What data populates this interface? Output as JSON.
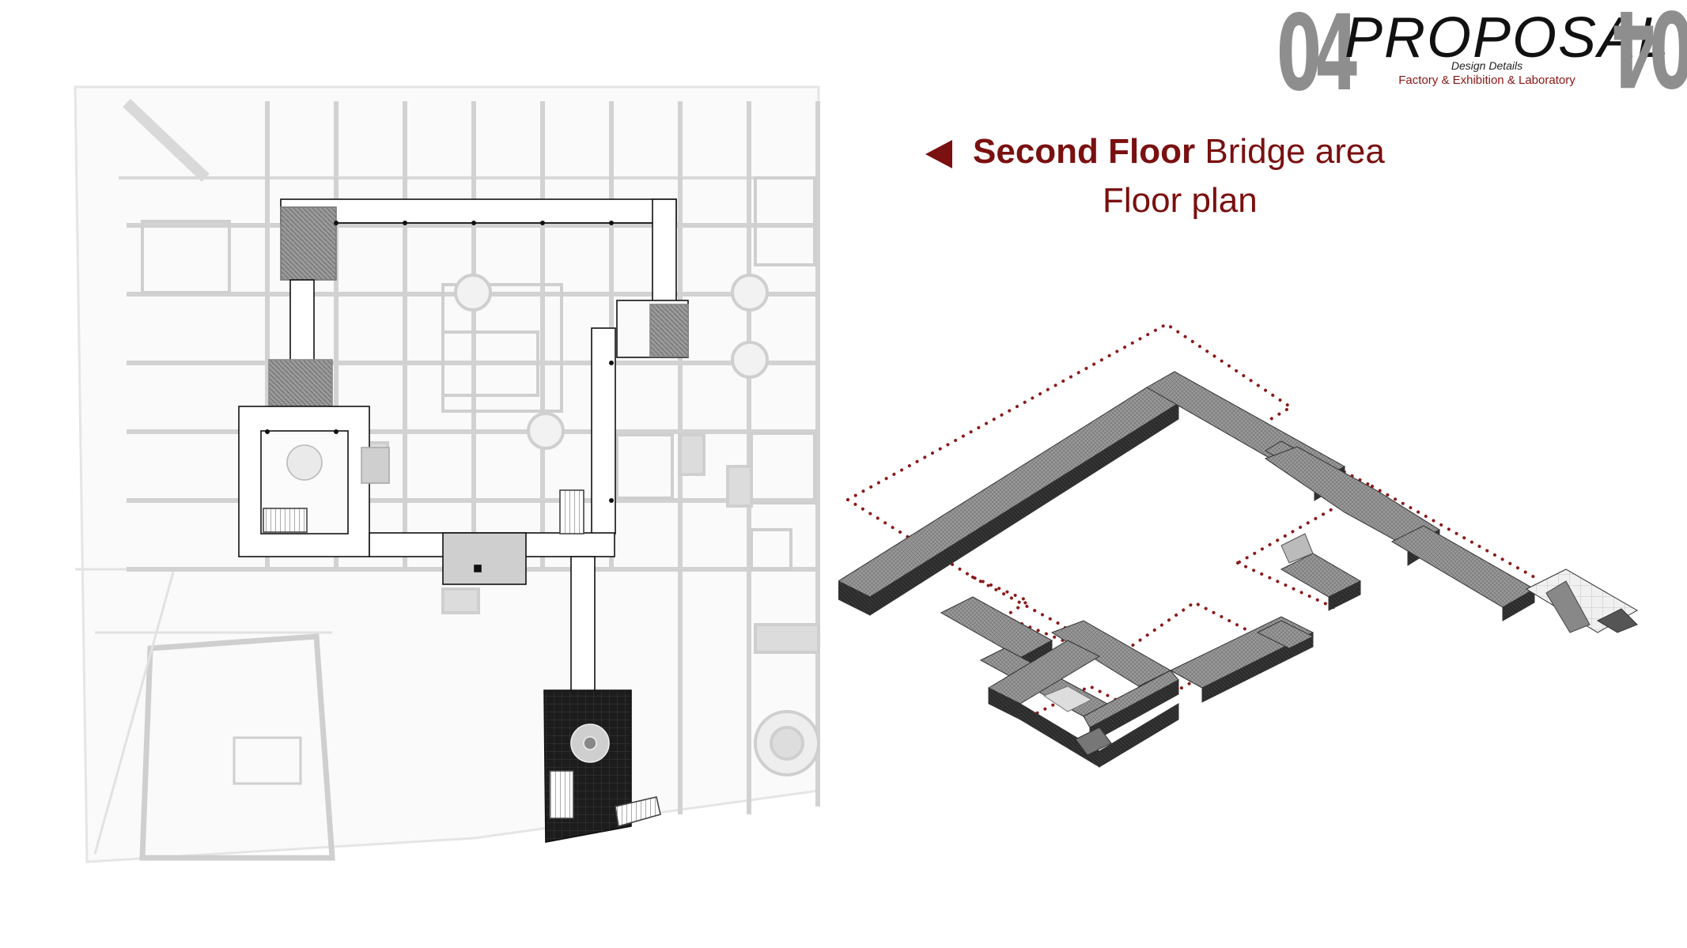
{
  "header": {
    "section_number": "04",
    "title": "PROPOSAL",
    "subtitle": "Design Details",
    "category": "Factory & Exhibition & Laboratory"
  },
  "heading": {
    "arrow_icon": "left-triangle-arrow-icon",
    "bold_text": "Second Floor",
    "regular_text": " Bridge area",
    "line2": "Floor plan"
  },
  "colors": {
    "accent": "#7a1010",
    "plan_grey": "#c8c8c8",
    "bridge_dark": "#222222",
    "dotted_outline": "#8b1a1a"
  },
  "figures": {
    "floor_plan": "second-floor-plan-drawing",
    "axonometric": "bridge-axonometric-model"
  }
}
